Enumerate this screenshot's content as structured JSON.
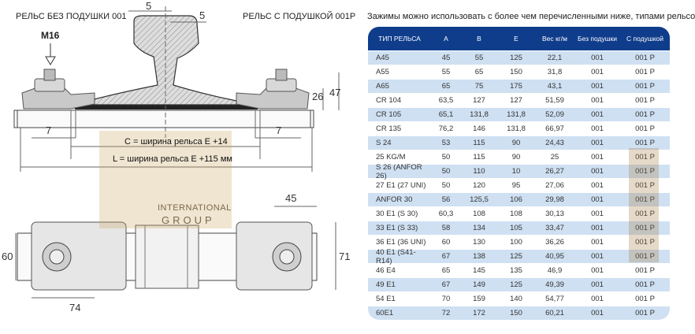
{
  "drawing": {
    "label_without_pad": "РЕЛЬС БЕЗ ПОДУШКИ 001",
    "label_with_pad": "РЕЛЬС С ПОДУШКОЙ 001Р",
    "bolt": "M16",
    "dims": {
      "top_left_5": "5",
      "top_right_5": "5",
      "h26": "26",
      "h47": "47",
      "left_7": "7",
      "right_7": "7",
      "w45": "45",
      "h60": "60",
      "h71": "71",
      "w74": "74"
    },
    "formula_c": "C = ширина рельса E +14",
    "formula_l": "L = ширина рельса E +115 мм",
    "watermark": {
      "line1": "INTERNATIONAL",
      "line2": "GROUP"
    }
  },
  "table": {
    "note": "Зажимы можно использовать с более чем перечисленными ниже, типами рельсов.",
    "columns": [
      "ТИП РЕЛЬСА",
      "A",
      "B",
      "E",
      "Вес кг/м",
      "Без подушки",
      "С подушкой"
    ],
    "rows": [
      {
        "type": "A45",
        "a": "45",
        "b": "55",
        "e": "125",
        "w": "22,1",
        "np": "001",
        "wp": "001 P"
      },
      {
        "type": "A55",
        "a": "55",
        "b": "65",
        "e": "150",
        "w": "31,8",
        "np": "001",
        "wp": "001 P"
      },
      {
        "type": "A65",
        "a": "65",
        "b": "75",
        "e": "175",
        "w": "43,1",
        "np": "001",
        "wp": "001 P"
      },
      {
        "type": "CR 104",
        "a": "63,5",
        "b": "127",
        "e": "127",
        "w": "51,59",
        "np": "001",
        "wp": "001 P"
      },
      {
        "type": "CR 105",
        "a": "65,1",
        "b": "131,8",
        "e": "131,8",
        "w": "52,09",
        "np": "001",
        "wp": "001 P"
      },
      {
        "type": "CR 135",
        "a": "76,2",
        "b": "146",
        "e": "131,8",
        "w": "66,97",
        "np": "001",
        "wp": "001 P"
      },
      {
        "type": "S 24",
        "a": "53",
        "b": "115",
        "e": "90",
        "w": "24,43",
        "np": "001",
        "wp": "001 P"
      },
      {
        "type": "25 KG/M",
        "a": "50",
        "b": "115",
        "e": "90",
        "w": "25",
        "np": "001",
        "wp": "001 P"
      },
      {
        "type": "S 26 (ANFOR 26)",
        "a": "50",
        "b": "110",
        "e": "10",
        "w": "26,27",
        "np": "001",
        "wp": "001 P"
      },
      {
        "type": "27 E1 (27 UNI)",
        "a": "50",
        "b": "120",
        "e": "95",
        "w": "27,06",
        "np": "001",
        "wp": "001 P"
      },
      {
        "type": "ANFOR 30",
        "a": "56",
        "b": "125,5",
        "e": "106",
        "w": "29,98",
        "np": "001",
        "wp": "001 P"
      },
      {
        "type": "30 E1 (S 30)",
        "a": "60,3",
        "b": "108",
        "e": "108",
        "w": "30,13",
        "np": "001",
        "wp": "001 P"
      },
      {
        "type": "33 E1 (S 33)",
        "a": "58",
        "b": "134",
        "e": "105",
        "w": "33,47",
        "np": "001",
        "wp": "001 P"
      },
      {
        "type": "36 E1 (36 UNI)",
        "a": "60",
        "b": "130",
        "e": "100",
        "w": "36,26",
        "np": "001",
        "wp": "001 P"
      },
      {
        "type": "40 E1 (S41-R14)",
        "a": "67",
        "b": "138",
        "e": "125",
        "w": "40,95",
        "np": "001",
        "wp": "001 P"
      },
      {
        "type": "46 E4",
        "a": "65",
        "b": "145",
        "e": "135",
        "w": "46,9",
        "np": "001",
        "wp": "001 P"
      },
      {
        "type": "49 E1",
        "a": "67",
        "b": "149",
        "e": "125",
        "w": "49,39",
        "np": "001",
        "wp": "001 P"
      },
      {
        "type": "54 E1",
        "a": "70",
        "b": "159",
        "e": "140",
        "w": "54,77",
        "np": "001",
        "wp": "001 P"
      },
      {
        "type": "60E1",
        "a": "72",
        "b": "172",
        "e": "150",
        "w": "60,21",
        "np": "001",
        "wp": "001 P"
      }
    ],
    "colors": {
      "header": "#0f3d8c",
      "stripe": "#cfe0f2"
    }
  }
}
